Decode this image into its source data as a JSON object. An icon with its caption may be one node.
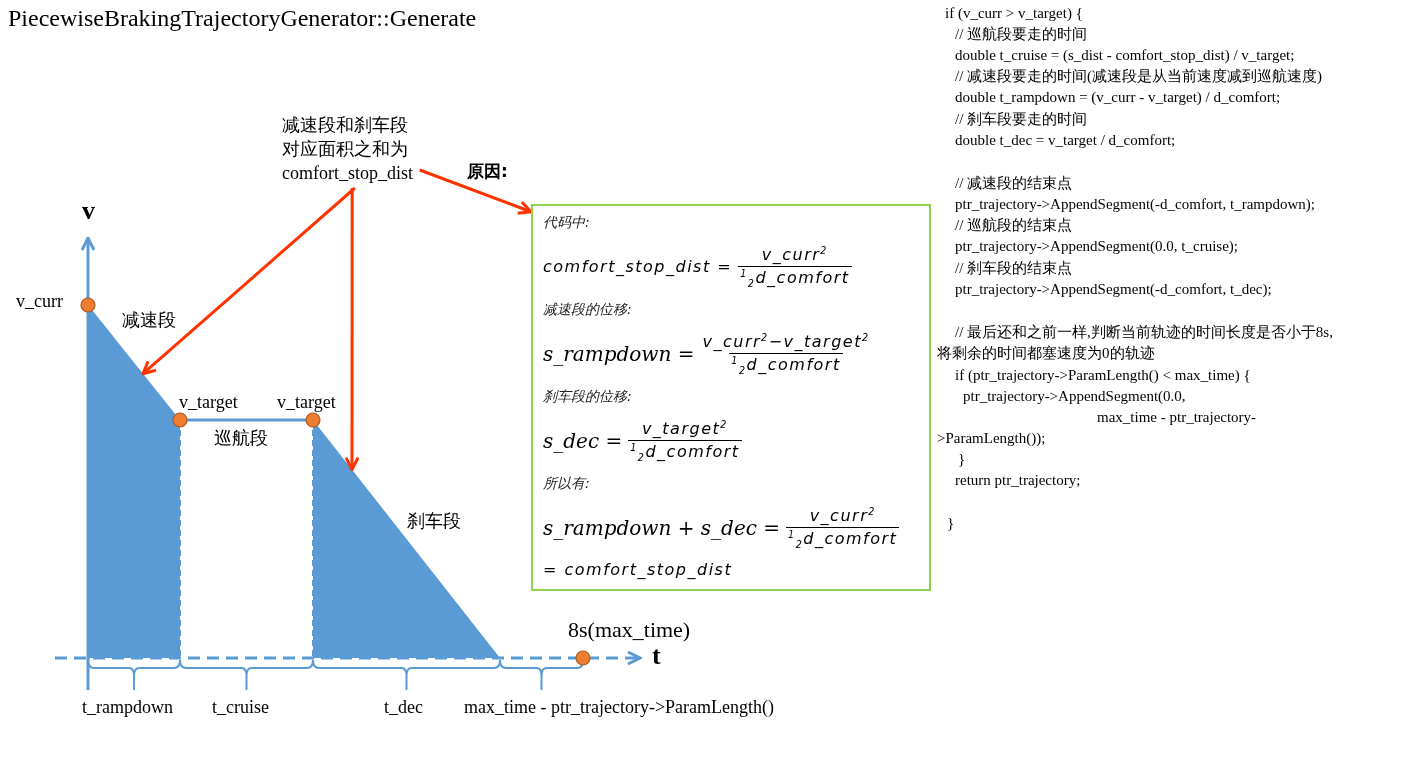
{
  "diagram": {
    "title": "PiecewiseBrakingTrajectoryGenerator::Generate",
    "nodes": [
      {
        "text": [
          "减速段和刹车段对应面积之和为 comfort_stop_dist"
        ]
      },
      {
        "text": [
          "原因:",
          "代码中:",
          "comfort_stop_dist =",
          "v_curr$^{2}$",
          "$^{1}$$_{2}$d_comfort",
          "减速段的位移:",
          "s_rampdown =",
          "v_curr$^{2}$−v_target$^{2}$",
          "$^{1}$$_{2}$d_comfort",
          "刹车段的位移:",
          "s_dec =",
          "v_target$^{2}$",
          "$^{1}$$_{2}$d_comfort",
          "所以有:",
          "s_rampdown + s_dec =",
          "v_curr$^{2}$",
          "$^{1}$$_{2}$d_comfort",
          "= comfort_stop_dist"
        ]
      },
      {
        "text": [],
        "shape": "polygon"
      },
      {
        "text": [],
        "shape": "polygon"
      }
    ],
    "edges": [
      {
        "from": 0,
        "to": 2,
        "arrow": "to"
      },
      {
        "from": 0,
        "to": 3,
        "arrow": "to"
      },
      {
        "from": 0,
        "to": 1,
        "arrow": "to"
      }
    ],
    "labels": [
      "v",
      "v_curr",
      "减速段",
      "v_target",
      "v_target",
      "巡航段",
      "刹车段",
      "8s(max_time)",
      "t",
      "t_rampdown",
      "t_cruise",
      "t_dec",
      "max_time - ptr_trajectory->ParamLength()",
      "if (v_curr > v_target) {",
      "// 巡航段要走的时间",
      "double t_cruise = (s_dist - comfort_stop_dist) / v_target;",
      "// 减速段要走的时间(减速段是从当前速度减到巡航速度)",
      "double t_rampdown = (v_curr - v_target) / d_comfort;",
      "// 刹车段要走的时间",
      "double t_dec = v_target / d_comfort;",
      "// 减速段的结束点",
      "ptr_trajectory->AppendSegment(-d_comfort, t_rampdown);",
      "// 巡航段的结束点",
      "ptr_trajectory->AppendSegment(0.0, t_cruise);",
      "// 刹车段的结束点",
      "ptr_trajectory->AppendSegment(-d_comfort, t_dec);",
      "// 最后还和之前一样,判断当前轨迹的时间长度是否小于8s,将剩余的时间都塞速度为0的轨迹",
      "if (ptr_trajectory->ParamLength() < max_time) {",
      "ptr_trajectory->AppendSegment(0.0,",
      "max_time - ptr_trajectory->ParamLength());",
      "}",
      "return ptr_trajectory;",
      "}"
    ]
  }
}
